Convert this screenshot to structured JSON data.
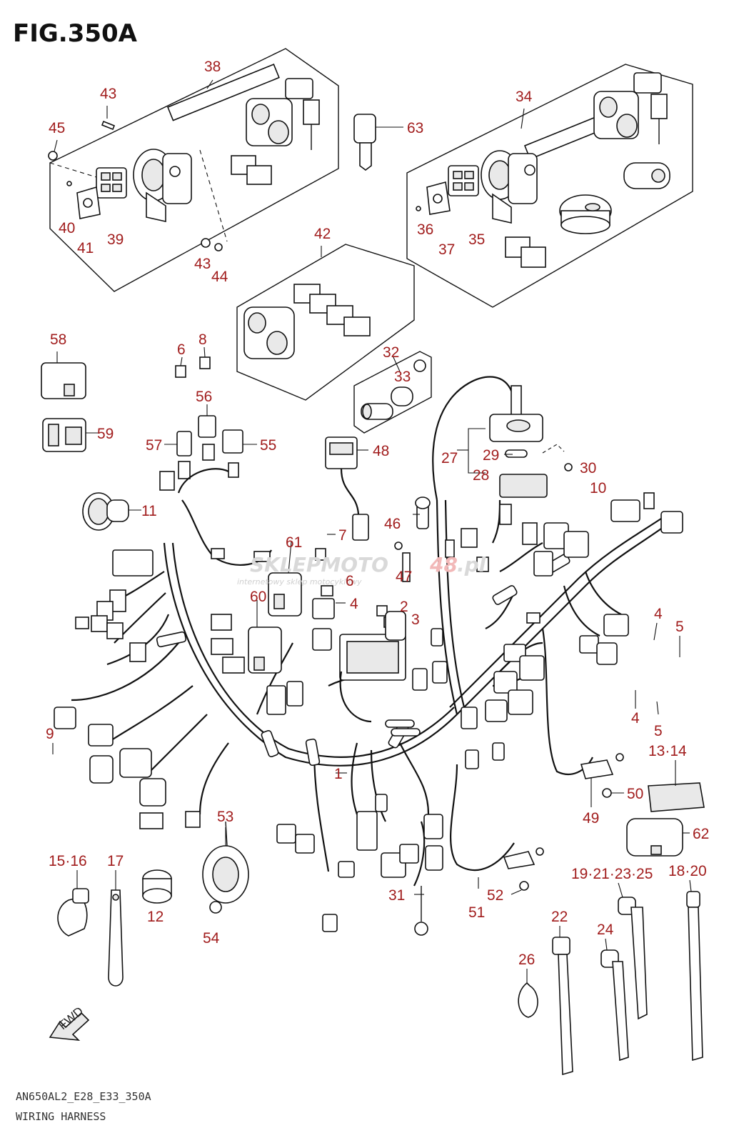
{
  "figure": {
    "title": "FIG.350A",
    "model_code": "AN650AL2_E28_E33_350A",
    "caption": "WIRING HARNESS",
    "watermark_main": "SKLEPMOTO",
    "watermark_accent": "48",
    "watermark_suffix": ".pl",
    "watermark_sub": "internetowy sklep motocyklowy",
    "fwd_label": "FWD"
  },
  "callouts": [
    {
      "id": "c38",
      "text": "38"
    },
    {
      "id": "c43a",
      "text": "43"
    },
    {
      "id": "c45",
      "text": "45"
    },
    {
      "id": "c40",
      "text": "40"
    },
    {
      "id": "c41",
      "text": "41"
    },
    {
      "id": "c39",
      "text": "39"
    },
    {
      "id": "c43b",
      "text": "43"
    },
    {
      "id": "c44",
      "text": "44"
    },
    {
      "id": "c63",
      "text": "63"
    },
    {
      "id": "c34",
      "text": "34"
    },
    {
      "id": "c36",
      "text": "36"
    },
    {
      "id": "c37",
      "text": "37"
    },
    {
      "id": "c35",
      "text": "35"
    },
    {
      "id": "c42",
      "text": "42"
    },
    {
      "id": "c58",
      "text": "58"
    },
    {
      "id": "c6a",
      "text": "6"
    },
    {
      "id": "c8",
      "text": "8"
    },
    {
      "id": "c32",
      "text": "32"
    },
    {
      "id": "c33",
      "text": "33"
    },
    {
      "id": "c56",
      "text": "56"
    },
    {
      "id": "c59",
      "text": "59"
    },
    {
      "id": "c57",
      "text": "57"
    },
    {
      "id": "c55",
      "text": "55"
    },
    {
      "id": "c48",
      "text": "48"
    },
    {
      "id": "c27",
      "text": "27"
    },
    {
      "id": "c29",
      "text": "29"
    },
    {
      "id": "c28",
      "text": "28"
    },
    {
      "id": "c30",
      "text": "30"
    },
    {
      "id": "c10",
      "text": "10"
    },
    {
      "id": "c11",
      "text": "11"
    },
    {
      "id": "c46",
      "text": "46"
    },
    {
      "id": "c7",
      "text": "7"
    },
    {
      "id": "c61",
      "text": "61"
    },
    {
      "id": "c47",
      "text": "47"
    },
    {
      "id": "c6b",
      "text": "6"
    },
    {
      "id": "c60",
      "text": "60"
    },
    {
      "id": "c4a",
      "text": "4"
    },
    {
      "id": "c2",
      "text": "2"
    },
    {
      "id": "c3",
      "text": "3"
    },
    {
      "id": "c4b",
      "text": "4"
    },
    {
      "id": "c5a",
      "text": "5"
    },
    {
      "id": "c4c",
      "text": "4"
    },
    {
      "id": "c5b",
      "text": "5"
    },
    {
      "id": "c9",
      "text": "9"
    },
    {
      "id": "c1314",
      "text": "13·14"
    },
    {
      "id": "c1",
      "text": "1"
    },
    {
      "id": "c50",
      "text": "50"
    },
    {
      "id": "c49",
      "text": "49"
    },
    {
      "id": "c53",
      "text": "53"
    },
    {
      "id": "c62",
      "text": "62"
    },
    {
      "id": "c1516",
      "text": "15·16"
    },
    {
      "id": "c17",
      "text": "17"
    },
    {
      "id": "c12",
      "text": "12"
    },
    {
      "id": "c31",
      "text": "31"
    },
    {
      "id": "c52",
      "text": "52"
    },
    {
      "id": "c51",
      "text": "51"
    },
    {
      "id": "c19to25",
      "text": "19·21·23·25"
    },
    {
      "id": "c1820",
      "text": "18·20"
    },
    {
      "id": "c54",
      "text": "54"
    },
    {
      "id": "c22",
      "text": "22"
    },
    {
      "id": "c24",
      "text": "24"
    },
    {
      "id": "c26",
      "text": "26"
    }
  ]
}
